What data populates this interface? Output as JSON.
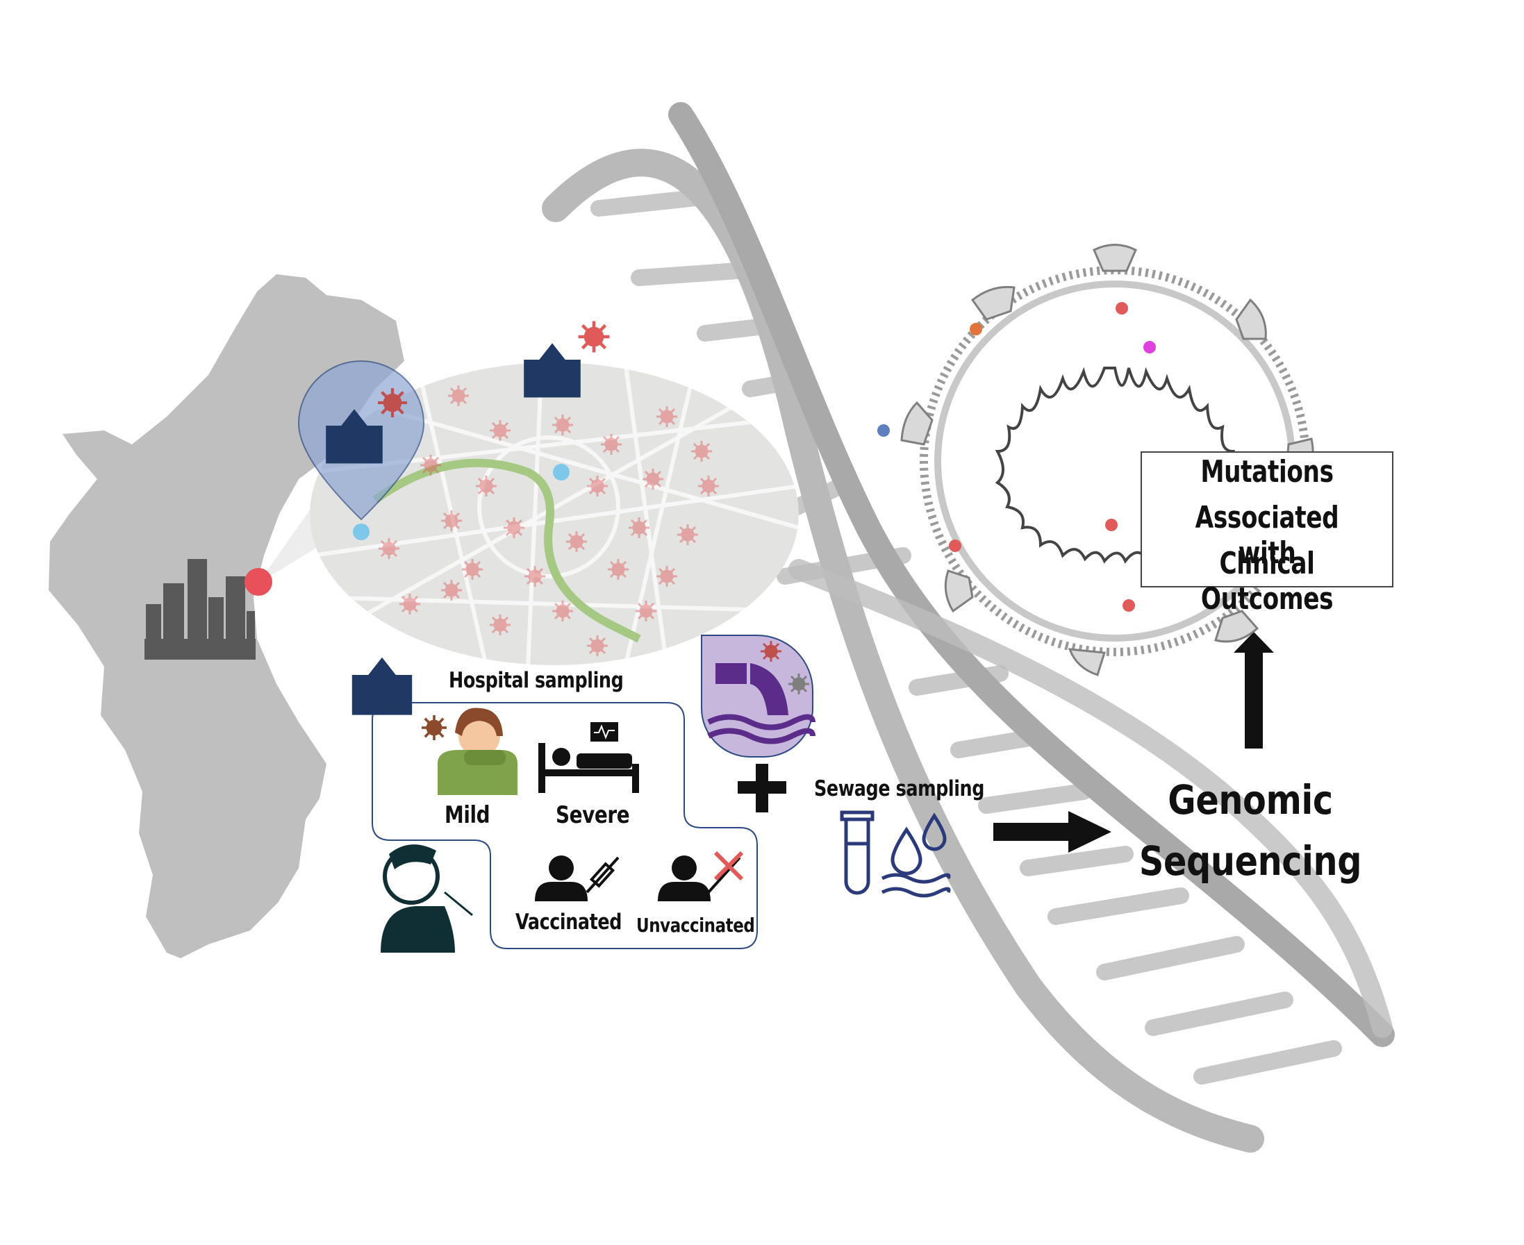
{
  "labels": {
    "hospital_sampling": "Hospital sampling",
    "mild": "Mild",
    "severe": "Severe",
    "vaccinated": "Vaccinated",
    "unvaccinated": "Unvaccinated",
    "sewage_sampling": "Sewage sampling",
    "genomic_line1": "Genomic",
    "genomic_line2": "Sequencing",
    "mutations_line1": "Mutations",
    "mutations_line2": "Associated with",
    "mutations_line3": "Clinical Outcomes"
  },
  "icons": [
    "region-map",
    "city-skyline-icon",
    "location-dot-icon",
    "city-street-map",
    "map-hospital-icon",
    "map-pin-hospital-icon",
    "virus-icon",
    "hospital-icon",
    "coughing-person-icon",
    "hospital-bed-icon",
    "heart-monitor-icon",
    "vaccinated-person-icon",
    "unvaccinated-person-icon",
    "swab-test-icon",
    "sewage-pipe-icon",
    "plus-icon",
    "test-tube-icon",
    "water-drops-icon",
    "right-arrow-icon",
    "up-arrow-icon",
    "dna-helix",
    "virus-genome"
  ],
  "colors": {
    "navy": "#1f3864",
    "virus_red": "#e05a5a",
    "region_gray": "#bfbfbf",
    "sea": "#99cfd0",
    "park_green": "#a5c882",
    "sewage_purple": "#c7b7dc"
  }
}
